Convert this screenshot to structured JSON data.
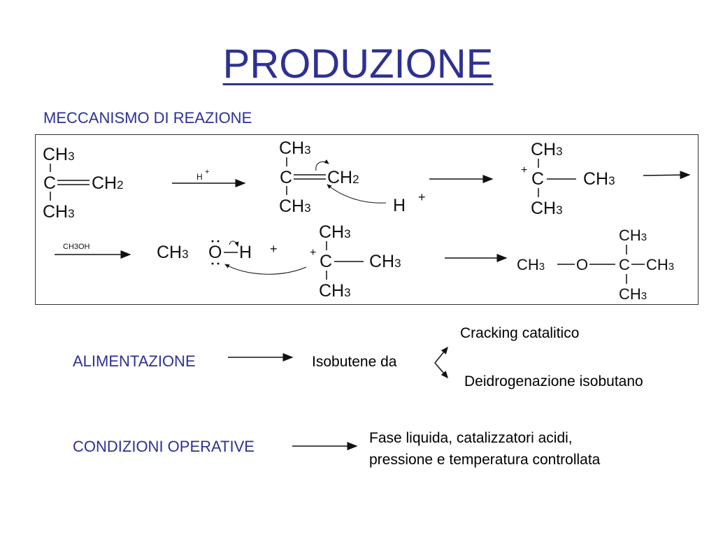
{
  "slide": {
    "title": "PRODUZIONE",
    "mechanism_heading": "MECCANISMO DI REAZIONE",
    "feed_label": "ALIMENTAZIONE",
    "feed_source": "Isobutene da",
    "feed_option_1": "Cracking catalitico",
    "feed_option_2": "Deidrogenazione isobutano",
    "conditions_label": "CONDIZIONI OPERATIVE",
    "conditions_line_1": "Fase liquida, catalizzatori acidi,",
    "conditions_line_2": "pressione e temperatura controllata"
  },
  "reaction": {
    "ch": "CH",
    "c": "C",
    "o": "O",
    "h": "H",
    "n2": "2",
    "n3": "3",
    "plus": "+",
    "catalyst": "H",
    "reagent": "CH3OH",
    "methyl": "CH3",
    "bond": "—"
  },
  "colors": {
    "title": "#2e3192",
    "labels": "#2e3192",
    "text": "#000000"
  }
}
